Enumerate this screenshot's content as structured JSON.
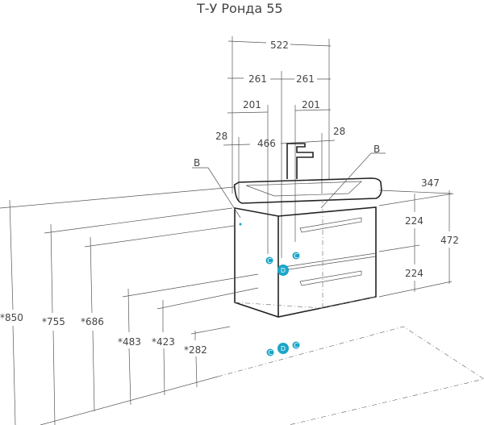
{
  "title": "Т-У Ронда 55",
  "dimensions": {
    "width_total": "522",
    "half_left": "261",
    "half_right": "261",
    "offset_left": "201",
    "offset_right": "201",
    "edge_left": "28",
    "edge_right": "28",
    "inner_width": "466",
    "depth": "347",
    "drawer_top": "224",
    "drawer_bottom": "224",
    "cabinet_height": "472",
    "h_850": "*850",
    "h_755": "*755",
    "h_686": "*686",
    "h_483": "*483",
    "h_423": "*423",
    "h_282": "*282"
  },
  "callouts": {
    "b_left": "B",
    "b_right": "B"
  },
  "markers": {
    "c": "C",
    "d": "D"
  },
  "colors": {
    "marker": "#1aa6c8",
    "line": "#555555"
  }
}
